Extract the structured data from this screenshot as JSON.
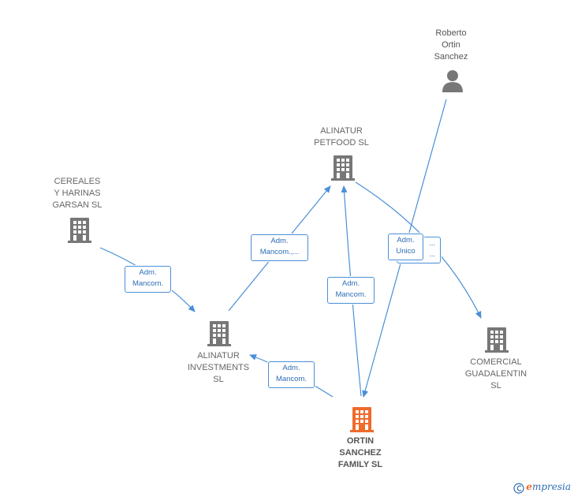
{
  "nodes": {
    "roberto": "Roberto\nOrtin\nSanchez",
    "petfood": "ALINATUR\nPETFOOD SL",
    "cereales": "CEREALES\nY HARINAS\nGARSAN SL",
    "investments": "ALINATUR\nINVESTMENTS\nSL",
    "comercial": "COMERCIAL\nGUADALENTIN\nSL",
    "ortin": "ORTIN\nSANCHEZ\nFAMILY  SL"
  },
  "edges": {
    "cereales_investments": "Adm.\nMancom.",
    "investments_petfood": "Adm.\nMancom.,...",
    "ortin_petfood": "Adm.\nMancom.",
    "petfood_comercial": "...\n...",
    "roberto_ortin": "Adm.\nUnico",
    "ortin_investments": "Adm.\nMancom."
  },
  "colors": {
    "edge": "#4a8fd8",
    "building": "#777777",
    "main_building": "#f06a2a",
    "person": "#777777"
  },
  "icons": {
    "person": "person-icon",
    "building": "building-icon",
    "copyright": "copyright-icon"
  },
  "footer": {
    "copyright": "©",
    "brand_e": "e",
    "brand_rest": "mpresia"
  }
}
